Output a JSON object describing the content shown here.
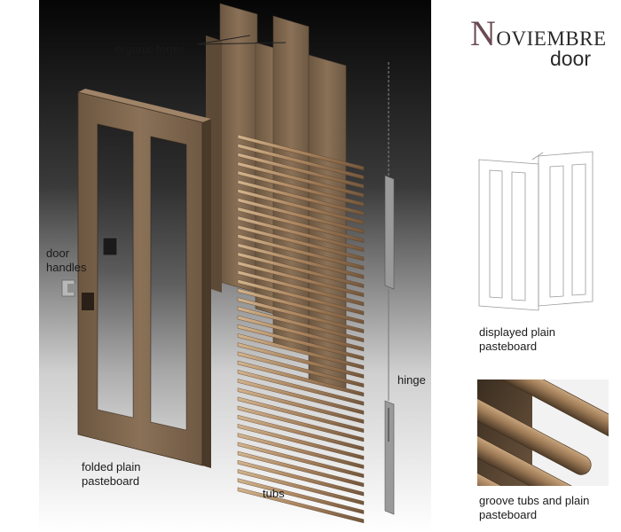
{
  "title": {
    "line1_initial": "N",
    "line1_rest": "OVIEMBRE",
    "line2": "door"
  },
  "labels": {
    "organic_forms": "organic forms",
    "door_handles_l1": "door",
    "door_handles_l2": "handles",
    "folded_l1": "folded plain",
    "folded_l2": "pasteboard",
    "tubs": "tubs",
    "hinge": "hinge",
    "displayed_l1": "displayed plain",
    "displayed_l2": "pasteboard",
    "groove_l1": "groove tubs and plain",
    "groove_l2": "pasteboard"
  },
  "colors": {
    "bg_top": "#050505",
    "bg_bottom": "#ffffff",
    "board": "#7d6650",
    "board_light": "#9a8166",
    "tub": "#b0906d",
    "metal": "#8a8a8a",
    "accent_title": "#6b4a52"
  }
}
